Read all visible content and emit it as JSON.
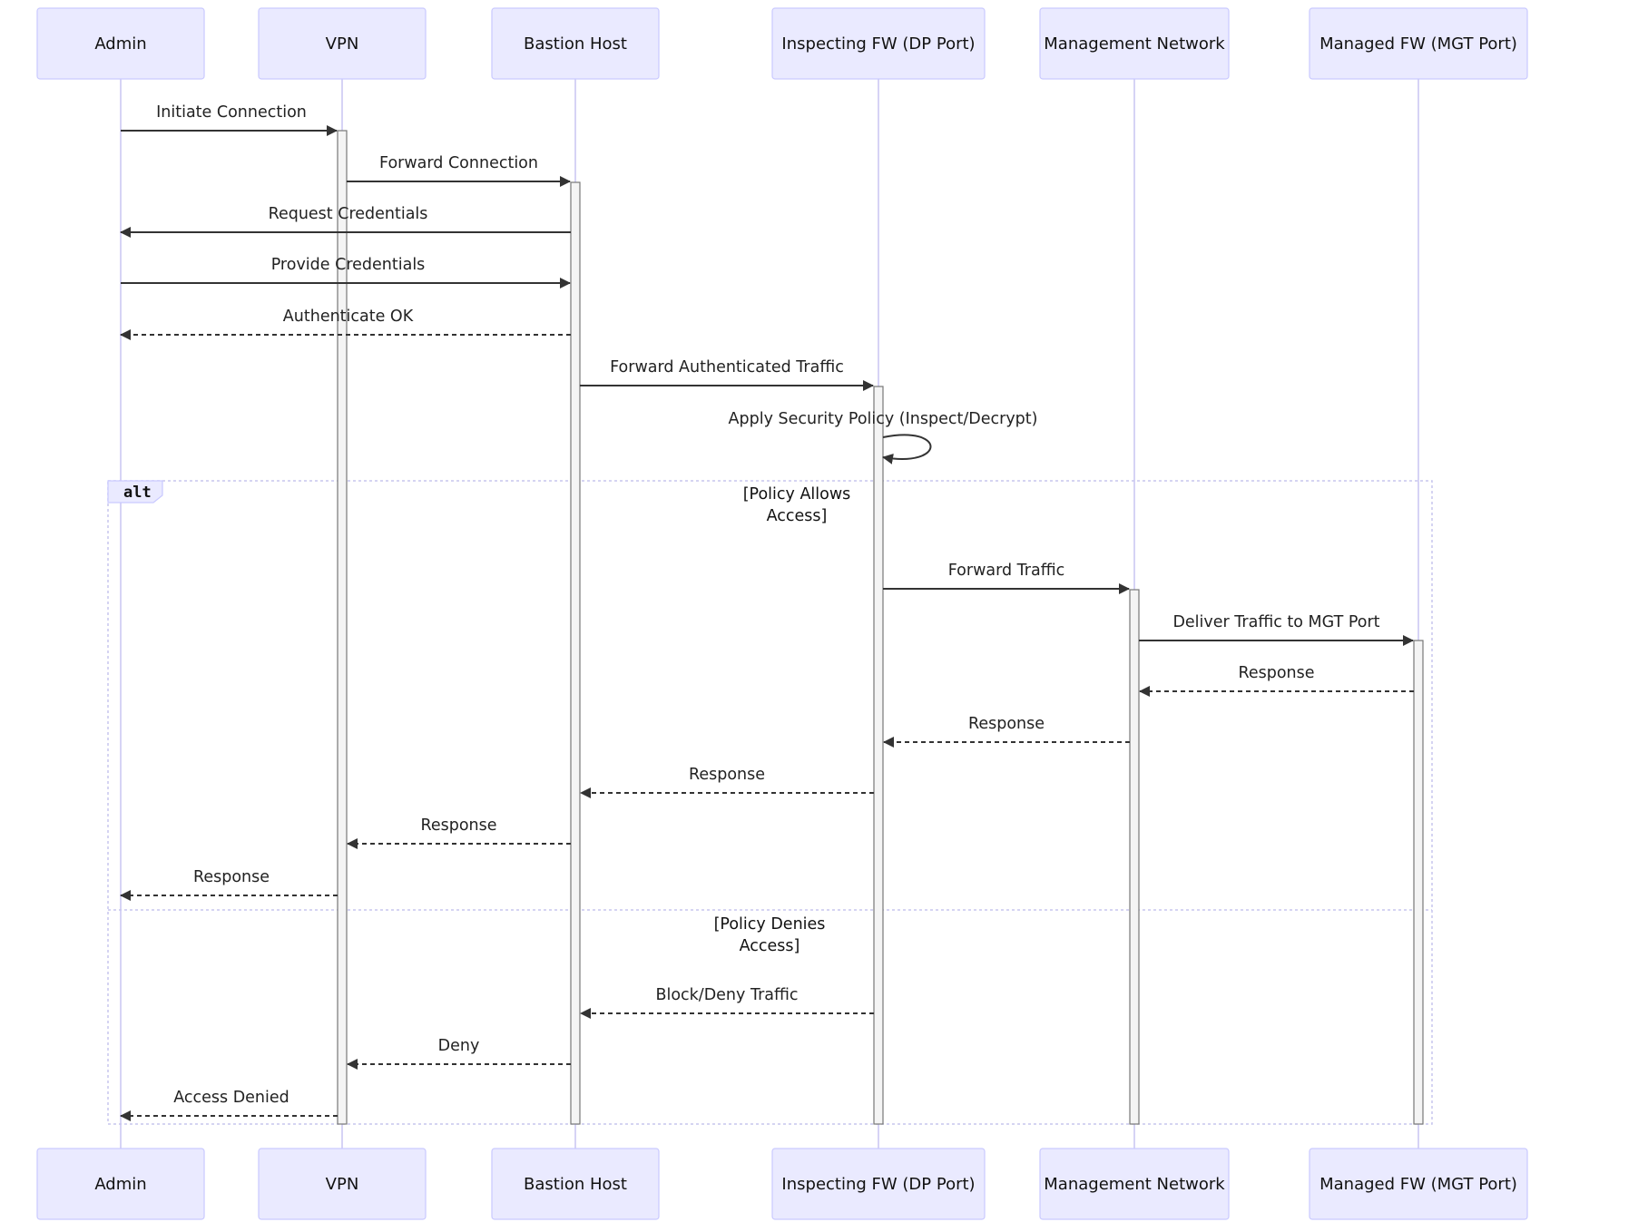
{
  "participants": [
    {
      "id": "admin",
      "label": "Admin"
    },
    {
      "id": "vpn",
      "label": "VPN"
    },
    {
      "id": "bastion",
      "label": "Bastion Host"
    },
    {
      "id": "inspfw",
      "label": "Inspecting FW (DP Port)"
    },
    {
      "id": "mgmtnet",
      "label": "Management Network"
    },
    {
      "id": "mgdfw",
      "label": "Managed FW (MGT Port)"
    }
  ],
  "messages": [
    {
      "from": "admin",
      "to": "vpn",
      "label": "Initiate Connection",
      "style": "solid"
    },
    {
      "from": "vpn",
      "to": "bastion",
      "label": "Forward Connection",
      "style": "solid"
    },
    {
      "from": "bastion",
      "to": "admin",
      "label": "Request Credentials",
      "style": "solid"
    },
    {
      "from": "admin",
      "to": "bastion",
      "label": "Provide Credentials",
      "style": "solid"
    },
    {
      "from": "bastion",
      "to": "admin",
      "label": "Authenticate OK",
      "style": "dashed"
    },
    {
      "from": "bastion",
      "to": "inspfw",
      "label": "Forward Authenticated Traffic",
      "style": "solid"
    },
    {
      "from": "inspfw",
      "to": "inspfw",
      "label": "Apply Security Policy (Inspect/Decrypt)",
      "style": "solid"
    },
    {
      "from": "inspfw",
      "to": "mgmtnet",
      "label": "Forward Traffic",
      "style": "solid"
    },
    {
      "from": "mgmtnet",
      "to": "mgdfw",
      "label": "Deliver Traffic to MGT Port",
      "style": "solid"
    },
    {
      "from": "mgdfw",
      "to": "mgmtnet",
      "label": "Response",
      "style": "dashed"
    },
    {
      "from": "mgmtnet",
      "to": "inspfw",
      "label": "Response",
      "style": "dashed"
    },
    {
      "from": "inspfw",
      "to": "bastion",
      "label": "Response",
      "style": "dashed"
    },
    {
      "from": "bastion",
      "to": "vpn",
      "label": "Response",
      "style": "dashed"
    },
    {
      "from": "vpn",
      "to": "admin",
      "label": "Response",
      "style": "dashed"
    },
    {
      "from": "inspfw",
      "to": "bastion",
      "label": "Block/Deny Traffic",
      "style": "dashed"
    },
    {
      "from": "bastion",
      "to": "vpn",
      "label": "Deny",
      "style": "dashed"
    },
    {
      "from": "vpn",
      "to": "admin",
      "label": "Access Denied",
      "style": "dashed"
    }
  ],
  "alt_frame": {
    "tag": "alt",
    "conditions": [
      {
        "lines": [
          "[Policy Allows",
          "Access]"
        ]
      },
      {
        "lines": [
          "[Policy Denies",
          "Access]"
        ]
      }
    ]
  },
  "colors": {
    "actor_fill": "#eaeaff",
    "actor_stroke": "#c9c9ff",
    "lifeline": "#d6d3f5",
    "arrow": "#333333"
  }
}
